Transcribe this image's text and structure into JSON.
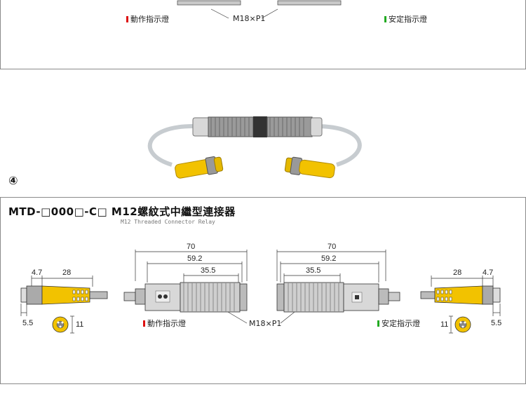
{
  "top_panel": {
    "left_led_label": "動作指示燈",
    "thread_label": "M18×P1",
    "right_led_label": "安定指示燈"
  },
  "section": {
    "number": "④",
    "title": "MTD-□000□-C□ M12螺紋式中繼型連接器",
    "subtitle": "M12 Threaded Connector Relay"
  },
  "drawing": {
    "left_connector": {
      "dim_length": "4.7",
      "dim_body": "28",
      "dim_dia": "5.5",
      "dim_pins": "11"
    },
    "left_sensor": {
      "dim_total": "70",
      "dim_thread": "59.2",
      "dim_inner": "35.5",
      "led_label": "動作指示燈"
    },
    "thread_label": "M18×P1",
    "right_sensor": {
      "dim_total": "70",
      "dim_thread": "59.2",
      "dim_inner": "35.5",
      "led_label": "安定指示燈"
    },
    "right_connector": {
      "dim_body": "28",
      "dim_length": "4.7",
      "dim_pins": "11",
      "dim_dia": "5.5"
    }
  },
  "colors": {
    "frame": "#8a8a8a",
    "yellow": "#f2c200",
    "red_led": "#dd1111",
    "green_led": "#22aa22"
  }
}
